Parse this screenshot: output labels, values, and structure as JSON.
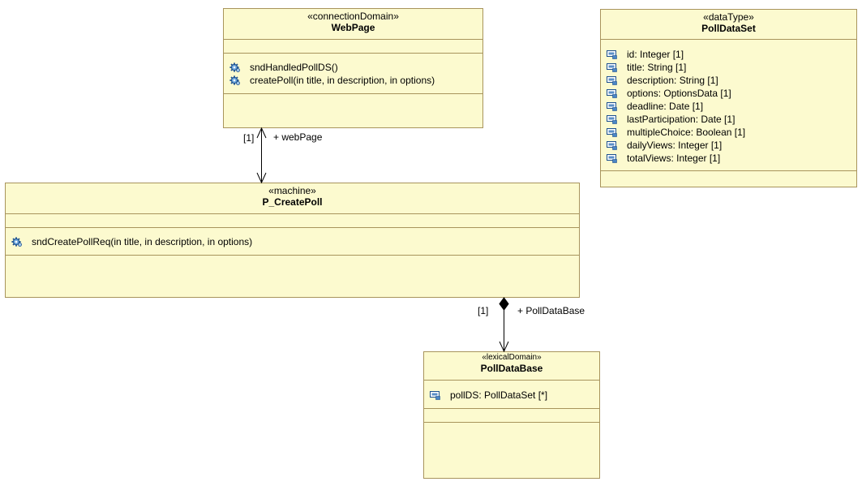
{
  "webpage": {
    "stereotype": "«connectionDomain»",
    "name": "WebPage",
    "operations": [
      {
        "text": "sndHandledPollDS()",
        "icon": "operation-gear-icon"
      },
      {
        "text": "createPoll(in title, in description, in options)",
        "icon": "operation-gear-icon"
      }
    ]
  },
  "polldataset": {
    "stereotype": "«dataType»",
    "name": "PollDataSet",
    "attributes": [
      {
        "text": "id: Integer [1]",
        "icon": "attribute-icon"
      },
      {
        "text": "title: String [1]",
        "icon": "attribute-icon"
      },
      {
        "text": "description: String [1]",
        "icon": "attribute-icon"
      },
      {
        "text": "options: OptionsData [1]",
        "icon": "attribute-icon"
      },
      {
        "text": "deadline: Date [1]",
        "icon": "attribute-icon"
      },
      {
        "text": "lastParticipation: Date [1]",
        "icon": "attribute-icon"
      },
      {
        "text": "multipleChoice: Boolean [1]",
        "icon": "attribute-icon"
      },
      {
        "text": "dailyViews: Integer [1]",
        "icon": "attribute-icon"
      },
      {
        "text": "totalViews: Integer [1]",
        "icon": "attribute-icon"
      }
    ]
  },
  "pcreatepoll": {
    "stereotype": "«machine»",
    "name": "P_CreatePoll",
    "operations": [
      {
        "text": "sndCreatePollReq(in title, in description, in options)",
        "icon": "operation-gear-icon"
      }
    ]
  },
  "polldatabase": {
    "stereotype": "«lexicalDomain»",
    "name": "PollDataBase",
    "attributes": [
      {
        "text": "pollDS: PollDataSet [*]",
        "icon": "attribute-icon"
      }
    ]
  },
  "associations": {
    "webpage_assoc": {
      "multiplicity": "[1]",
      "role": "+ webPage"
    },
    "database_assoc": {
      "multiplicity": "[1]",
      "role": "+ PollDataBase"
    }
  },
  "colors": {
    "class_fill": "#fcfacf",
    "class_border": "#a8945c",
    "line": "#000000"
  }
}
